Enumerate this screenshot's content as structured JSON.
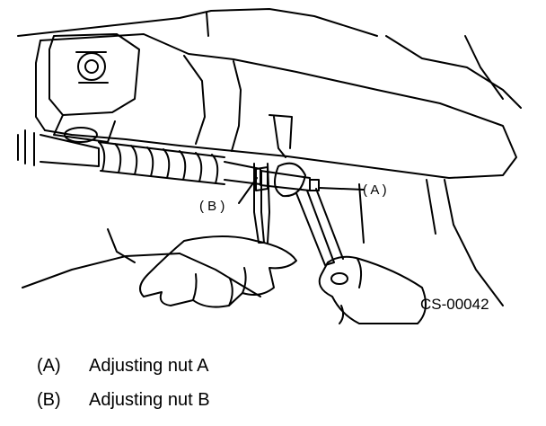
{
  "figure": {
    "code": "CS-00042",
    "callouts": [
      {
        "key": "A",
        "label": "( A )"
      },
      {
        "key": "B",
        "label": "( B )"
      }
    ]
  },
  "legend": [
    {
      "key": "(A)",
      "description": "Adjusting nut A"
    },
    {
      "key": "(B)",
      "description": "Adjusting nut B"
    }
  ]
}
